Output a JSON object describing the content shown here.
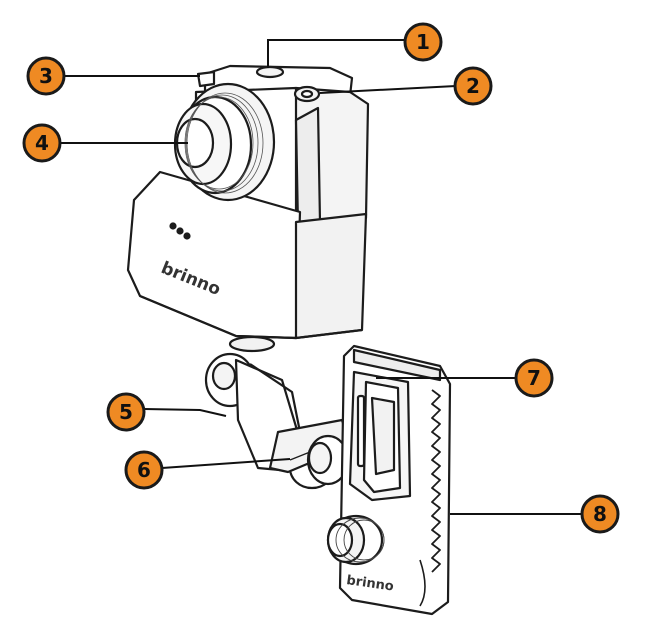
{
  "diagram": {
    "brand_text": "brinno",
    "callouts": [
      {
        "id": "1",
        "label": "1"
      },
      {
        "id": "2",
        "label": "2"
      },
      {
        "id": "3",
        "label": "3"
      },
      {
        "id": "4",
        "label": "4"
      },
      {
        "id": "5",
        "label": "5"
      },
      {
        "id": "6",
        "label": "6"
      },
      {
        "id": "7",
        "label": "7"
      },
      {
        "id": "8",
        "label": "8"
      }
    ]
  },
  "colors": {
    "callout_fill": "#ef8a23",
    "callout_stroke": "#1a1a1a",
    "line": "#111111",
    "body_fill": "#ffffff",
    "outline": "#1c1c1c",
    "shade": "#e9e9e9"
  },
  "logo_text": "brinno"
}
